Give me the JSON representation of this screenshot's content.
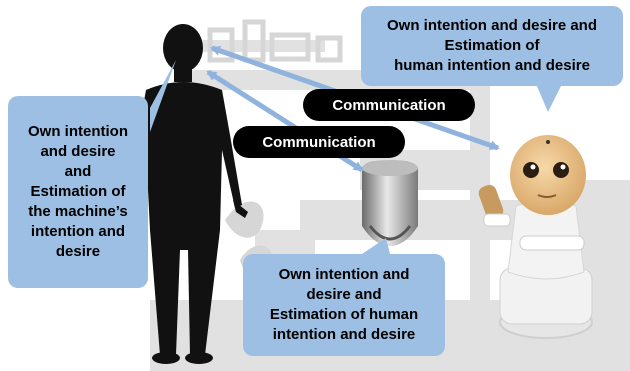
{
  "callouts": {
    "human": "Own intention\nand desire\nand\nEstimation of\nthe machine’s\nintention and\ndesire",
    "robot": "Own intention and desire and\nEstimation of\nhuman intention and desire",
    "device": "Own intention and\ndesire and\nEstimation of human\nintention and desire"
  },
  "links": {
    "upper": "Communication",
    "lower": "Communication"
  },
  "colors": {
    "callout": "#9cbfe3",
    "arrow": "#8fb3dc",
    "pill": "#000000",
    "silhouette": "#111111",
    "background_shapes": "#d9d9d9"
  }
}
